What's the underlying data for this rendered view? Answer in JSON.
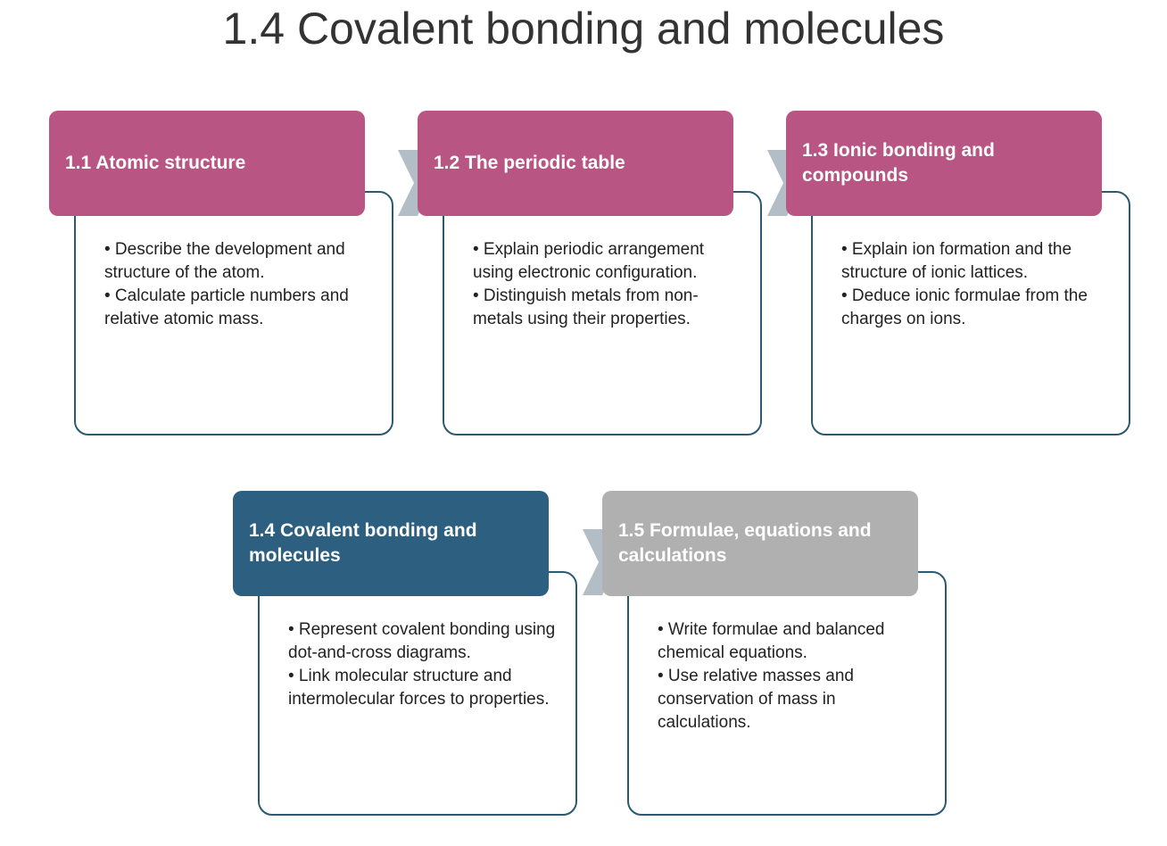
{
  "title": "1.4 Covalent bonding and molecules",
  "colors": {
    "completed": "#b95583",
    "current": "#2d6080",
    "upcoming": "#b0b0b0",
    "border": "#2a5a72",
    "arrow": "#b3bdc6"
  },
  "steps": [
    {
      "heading": "1.1 Atomic structure",
      "status": "completed",
      "bullets": [
        "• Describe the development and structure of the atom.",
        "• Calculate particle numbers and relative atomic mass."
      ]
    },
    {
      "heading": "1.2 The periodic table",
      "status": "completed",
      "bullets": [
        "• Explain periodic arrangement using electronic configuration.",
        "• Distinguish metals from non-metals using their properties."
      ]
    },
    {
      "heading": "1.3 Ionic bonding and compounds",
      "status": "completed",
      "bullets": [
        "• Explain ion formation and the structure of ionic lattices.",
        "• Deduce ionic formulae from the charges on ions."
      ]
    },
    {
      "heading": "1.4 Covalent bonding and molecules",
      "status": "current",
      "bullets": [
        "• Represent covalent bonding using dot-and-cross diagrams.",
        "• Link molecular structure and intermolecular forces to properties."
      ]
    },
    {
      "heading": "1.5 Formulae, equations and calculations",
      "status": "upcoming",
      "bullets": [
        "• Write formulae and balanced chemical equations.",
        "• Use relative masses and conservation of mass in calculations."
      ]
    }
  ]
}
